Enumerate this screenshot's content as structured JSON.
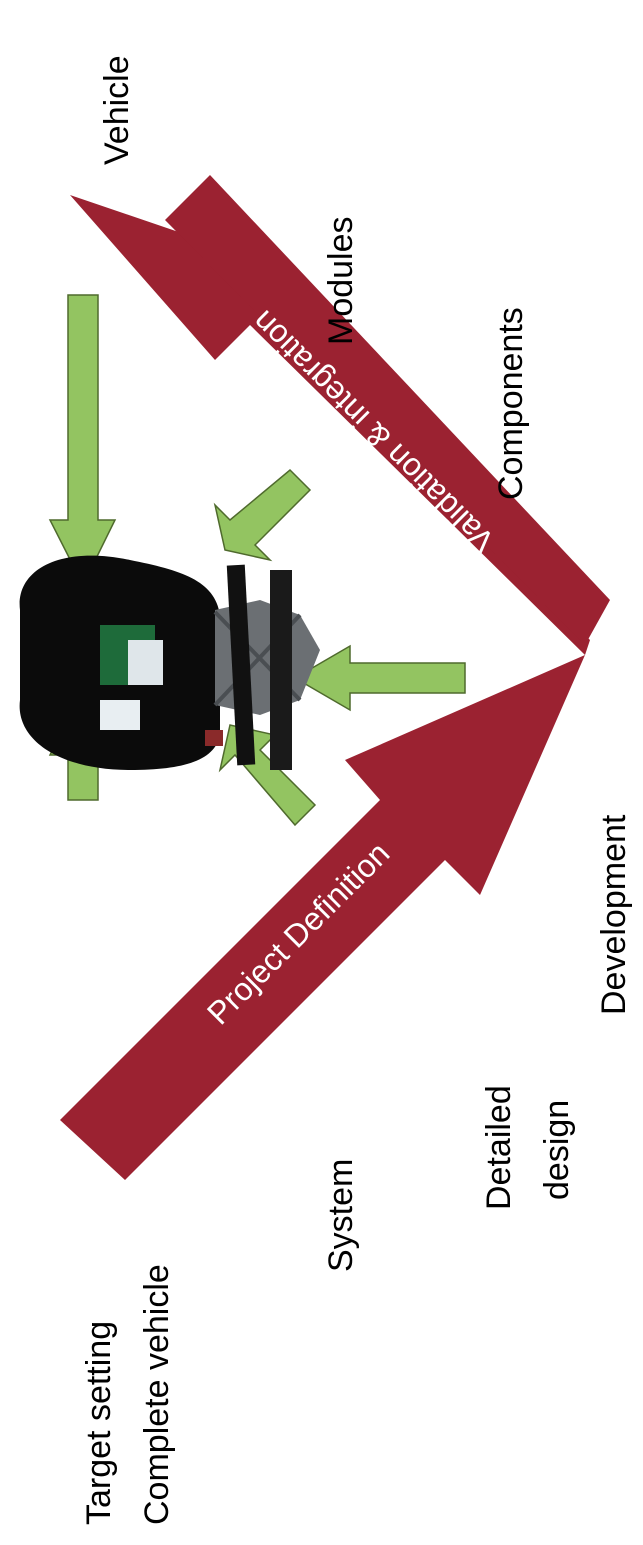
{
  "colors": {
    "background": "#ffffff",
    "process_arrow": "#9b2231",
    "feedback_arrow": "#93c461",
    "feedback_arrow_stroke": "#4f6a2d",
    "text": "#000000",
    "arrow_text": "#ffffff"
  },
  "labels": {
    "target_setting": "Target setting",
    "complete_vehicle": "Complete vehicle",
    "system": "System",
    "detailed": "Detailed",
    "design": "design",
    "development": "Development",
    "components": "Components",
    "modules": "Modules",
    "vehicle": "Vehicle"
  },
  "arrows": {
    "project_definition": "Project Definition",
    "validation_integration": "Validation & integration"
  },
  "image": {
    "name": "driving-simulator-photo"
  }
}
